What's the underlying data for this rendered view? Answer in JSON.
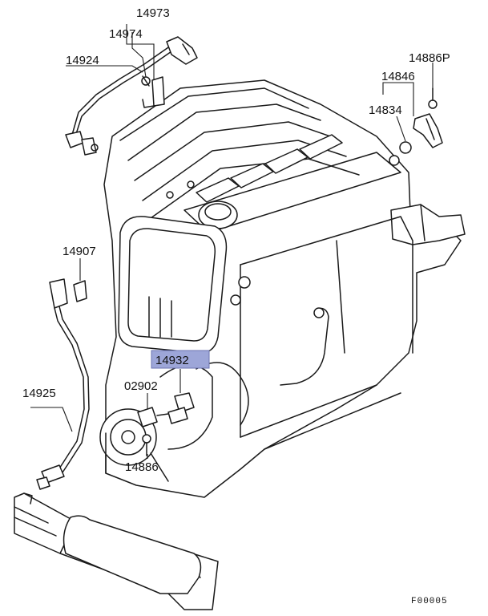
{
  "diagram": {
    "part_labels": {
      "p14973": "14973",
      "p14974": "14974",
      "p14924": "14924",
      "p14886P": "14886P",
      "p14846": "14846",
      "p14834": "14834",
      "p14907": "14907",
      "p14932": "14932",
      "p02902": "02902",
      "p14925": "14925",
      "p14886": "14886"
    },
    "highlight_color": "#9da6d8",
    "figure_code": "F00005"
  }
}
